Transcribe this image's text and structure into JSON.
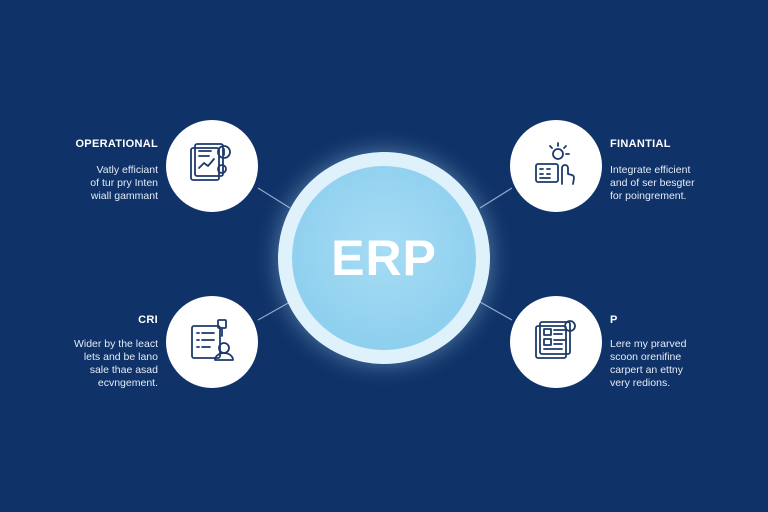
{
  "hub": {
    "label": "ERP"
  },
  "nodes": [
    {
      "id": "operational",
      "title": "OPERATIONAL",
      "description": [
        "Vatly efficiant",
        "of tur pry Inten",
        "wiall gammant"
      ],
      "icon": "chart-report-icon"
    },
    {
      "id": "financial",
      "title": "FINANTIAL",
      "description": [
        "Integrate efficient",
        "and of ser besgter",
        "for poingrement."
      ],
      "icon": "calculator-touch-icon"
    },
    {
      "id": "crm",
      "title": "CRI",
      "description": [
        "Wider by the leact",
        "lets and be lano",
        "sale thae asad",
        "ecvngement."
      ],
      "icon": "clipboard-user-icon"
    },
    {
      "id": "p",
      "title": "P",
      "description": [
        "Lere my prarved",
        "scoon orenifine",
        "carpert an ettny",
        "very redions."
      ],
      "icon": "document-list-icon"
    }
  ],
  "colors": {
    "background": "#0f3268",
    "hub_fill": "#8fd0ef",
    "hub_ring": "#dff1fb",
    "node_fill": "#ffffff",
    "icon_stroke": "#1d3a6b",
    "connector": "#8fa8cc"
  }
}
